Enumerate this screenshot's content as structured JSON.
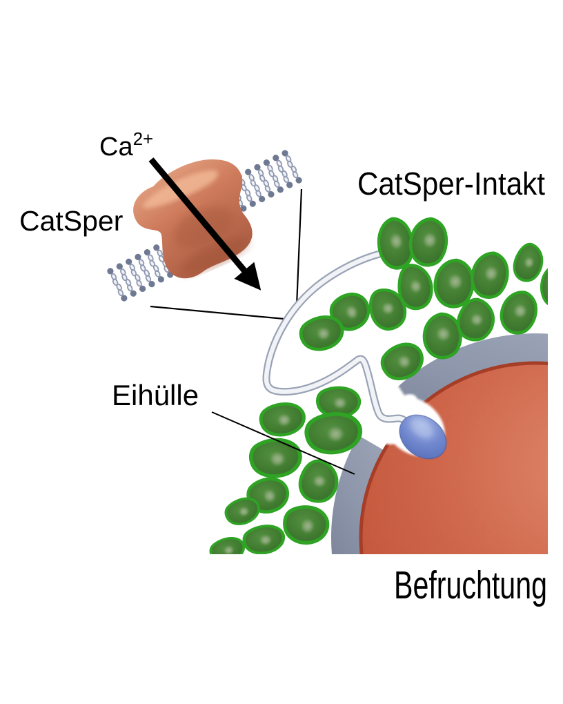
{
  "labels": {
    "ca_base": "Ca",
    "ca_sup": "2+",
    "catsper": "CatSper",
    "catsper_intakt": "CatSper-Intakt",
    "eihuelle": "Eihülle",
    "befruchtung": "Befruchtung"
  },
  "colors": {
    "background": "#ffffff",
    "text": "#000000",
    "cell_outline_green": "#2fa324",
    "cell_body_green": "#3f7c31",
    "cell_nucleus_green": "#9db48d",
    "egg_coat_gray": "#8d96aa",
    "egg_orange": "#cd6349",
    "egg_rim_dark": "#a63d26",
    "sperm_head_blue": "#6d87cc",
    "sperm_tail_outline": "#99a3b5",
    "channel_salmon": "#c97557",
    "lipid_gray_blue": "#6f7992",
    "arrow_black": "#000000"
  }
}
